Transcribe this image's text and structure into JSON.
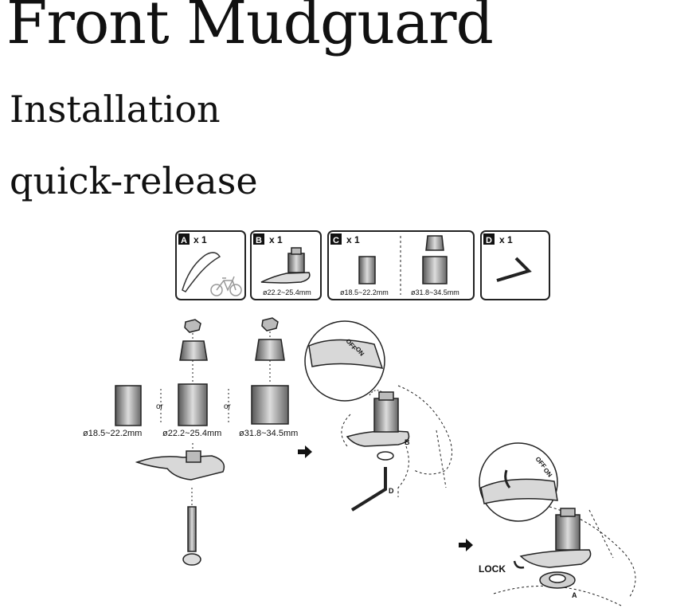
{
  "document": {
    "title": "Front Mudguard",
    "subtitle": "Installation",
    "variant": "quick-release"
  },
  "parts": [
    {
      "letter": "A",
      "qty": "x 1",
      "size": ""
    },
    {
      "letter": "B",
      "qty": "x 1",
      "size": "ø22.2~25.4mm"
    },
    {
      "letter": "C",
      "qty": "x 1",
      "size_small": "ø18.5~22.2mm",
      "size_large": "ø31.8~34.5mm"
    },
    {
      "letter": "D",
      "qty": "x 1",
      "size": ""
    }
  ],
  "step1": {
    "sizes": [
      "ø18.5~22.2mm",
      "ø22.2~25.4mm",
      "ø31.8~34.5mm"
    ],
    "separator": "or"
  },
  "step2": {
    "off_label": "OFF",
    "on_label": "ON",
    "part_b": "B",
    "part_d": "D"
  },
  "step3": {
    "off_label": "OFF",
    "on_label": "ON",
    "lock_label": "LOCK",
    "part_a": "A"
  }
}
